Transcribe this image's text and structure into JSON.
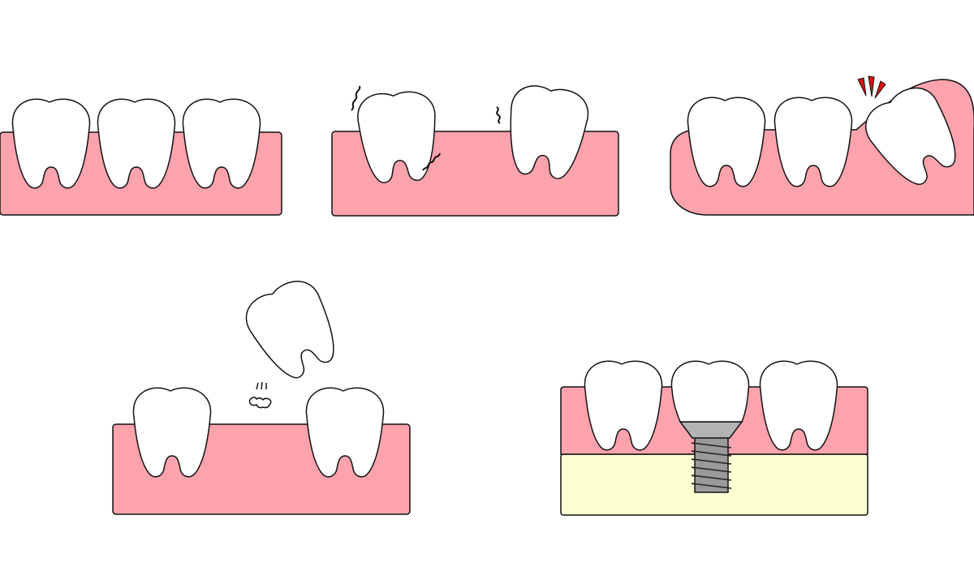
{
  "colors": {
    "background": "#ffffff",
    "gum": "#fda3ad",
    "tooth": "#ffffff",
    "outline": "#111111",
    "bone": "#ffffd4",
    "implant_post": "#9a9a9a",
    "implant_abutment": "#b3b3b3",
    "alert_marks": "#dd1111"
  },
  "panels": [
    {
      "id": "healthy-teeth",
      "teeth": 3,
      "state": "healthy"
    },
    {
      "id": "loosening-teeth",
      "teeth": 2,
      "state": "loose"
    },
    {
      "id": "tooth-being-pulled",
      "teeth": 3,
      "state": "extraction"
    },
    {
      "id": "tooth-removed-gap",
      "teeth": 2,
      "state": "missing"
    },
    {
      "id": "dental-implant",
      "teeth": 3,
      "state": "implant"
    }
  ],
  "icons": {
    "tooth": "tooth-icon",
    "wiggle": "wiggle-lines-icon",
    "alert": "alert-marks-icon",
    "puff": "dust-puff-icon",
    "screw": "implant-screw-icon"
  }
}
